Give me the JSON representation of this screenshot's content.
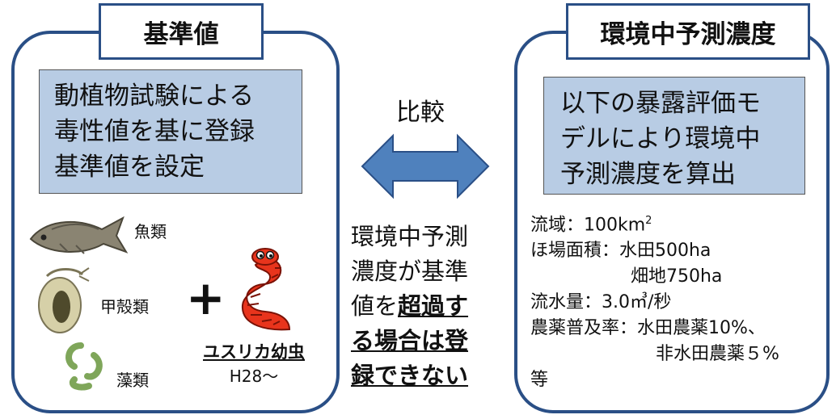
{
  "left": {
    "title": "基準値",
    "box_lines": [
      "動植物試験による",
      "毒性値を基に登録",
      "基準値を設定"
    ],
    "organisms": {
      "fish": "魚類",
      "crustacean": "甲殻類",
      "algae": "藻類"
    },
    "plus": "+",
    "larva_name": "ユスリカ幼虫",
    "larva_year": "H28～"
  },
  "center": {
    "compare": "比較",
    "line1": "環境中予測",
    "line2": "濃度が基準",
    "line3_plain": "値を",
    "line3_bold": "超過す",
    "line4_bold": "る場合は登",
    "line5_bold": "録できない"
  },
  "right": {
    "title": "環境中予測濃度",
    "box_lines": [
      "以下の暴露評価モ",
      "デルにより環境中",
      "予測濃度を算出"
    ],
    "params": {
      "basin": "流域：100km",
      "basin_sup": "2",
      "field_area": "ほ場面積：水田500ha",
      "field_area2": "畑地750ha",
      "flow": "流水量：3.0㎥/秒",
      "spread": "農薬普及率：水田農薬10%、",
      "spread2": "非水田農薬５%",
      "etc": "等"
    }
  },
  "colors": {
    "panel_border": "#2a4f86",
    "box_fill": "#b8cce4",
    "arrow_fill": "#4f81bd",
    "larva_red": "#e8341c"
  }
}
